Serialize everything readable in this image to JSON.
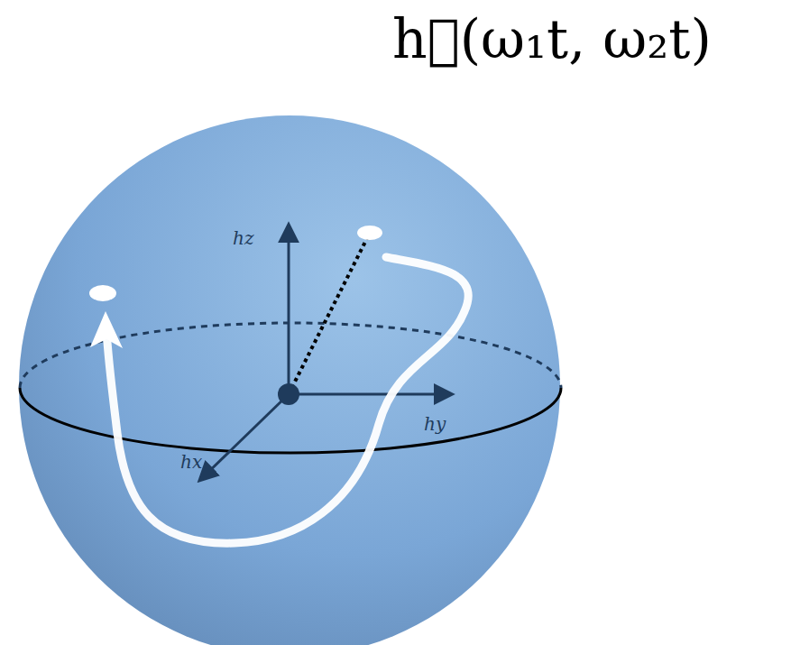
{
  "diagram": {
    "labels": [
      "h⃗(ω₁t, ω₂t)",
      "hz",
      "hx",
      "hy"
    ]
  }
}
